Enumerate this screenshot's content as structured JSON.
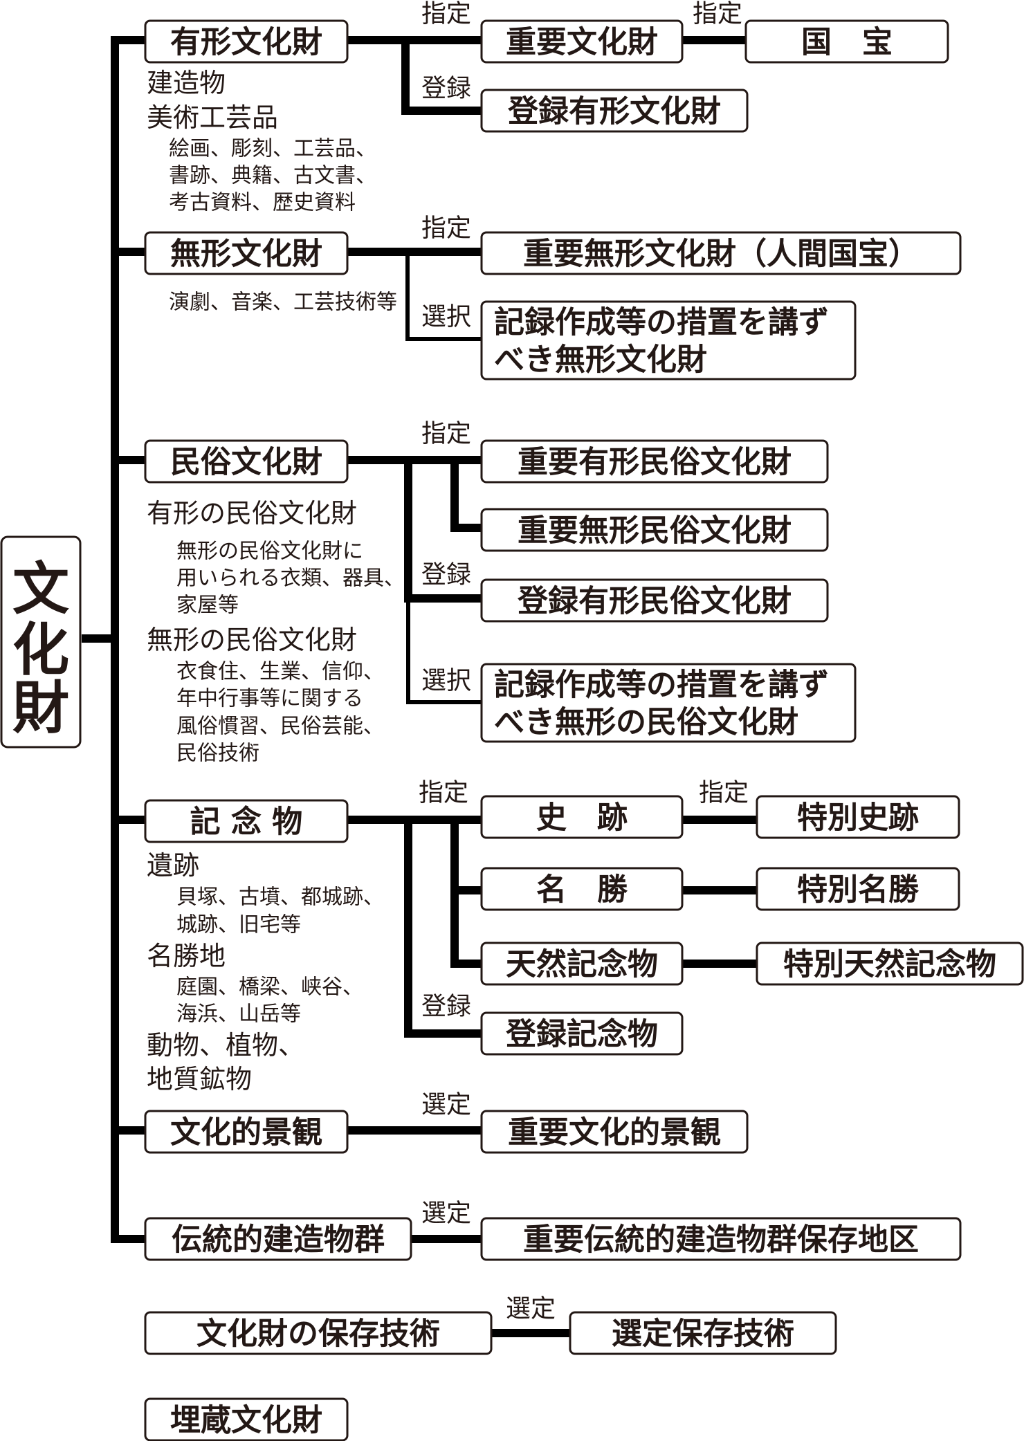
{
  "root": {
    "label": "文化財",
    "chars": [
      "文",
      "化",
      "財"
    ]
  },
  "categories": {
    "yukei": {
      "label": "有形文化財",
      "examples": [
        "建造物",
        "美術工芸品"
      ],
      "details": [
        "絵画、彫刻、工芸品、",
        "書跡、典籍、古文書、",
        "考古資料、歴史資料"
      ]
    },
    "mukei": {
      "label": "無形文化財",
      "details": [
        "演劇、音楽、工芸技術等"
      ]
    },
    "minzoku": {
      "label": "民俗文化財",
      "heading1": "有形の民俗文化財",
      "details1": [
        "無形の民俗文化財に",
        "用いられる衣類、器具、",
        "家屋等"
      ],
      "heading2": "無形の民俗文化財",
      "details2": [
        "衣食住、生業、信仰、",
        "年中行事等に関する",
        "風俗慣習、民俗芸能、",
        "民俗技術"
      ]
    },
    "kinenbutsu": {
      "label": "記 念 物",
      "heading1": "遺跡",
      "details1": [
        "貝塚、古墳、都城跡、",
        "城跡、旧宅等"
      ],
      "heading2": "名勝地",
      "details2": [
        "庭園、橋梁、峡谷、",
        "海浜、山岳等"
      ],
      "heading3": [
        "動物、植物、",
        "地質鉱物"
      ]
    },
    "keikan": {
      "label": "文化的景観"
    },
    "dentoteki": {
      "label": "伝統的建造物群"
    },
    "gijutsu": {
      "label": "文化財の保存技術"
    },
    "maizo": {
      "label": "埋蔵文化財"
    }
  },
  "targets": {
    "juyo_bunkazai": "重要文化財",
    "kokuho": "国　宝",
    "toroku_yukei": "登録有形文化財",
    "juyo_mukei": "重要無形文化財（人間国宝）",
    "kiroku_mukei": [
      "記録作成等の措置を講ず",
      "べき無形文化財"
    ],
    "juyo_yukei_minzoku": "重要有形民俗文化財",
    "juyo_mukei_minzoku": "重要無形民俗文化財",
    "toroku_yukei_minzoku": "登録有形民俗文化財",
    "kiroku_mukei_minzoku": [
      "記録作成等の措置を講ず",
      "べき無形の民俗文化財"
    ],
    "shiseki": "史　跡",
    "meisho": "名　勝",
    "tennen": "天然記念物",
    "tokubetsu_shiseki": "特別史跡",
    "tokubetsu_meisho": "特別名勝",
    "tokubetsu_tennen": "特別天然記念物",
    "toroku_kinenbutsu": "登録記念物",
    "juyo_keikan": "重要文化的景観",
    "juyo_dentoteki": "重要伝統的建造物群保存地区",
    "sentei_gijutsu": "選定保存技術"
  },
  "edge_labels": {
    "shitei": "指定",
    "toroku": "登録",
    "sentaku": "選択",
    "sentei": "選定"
  }
}
